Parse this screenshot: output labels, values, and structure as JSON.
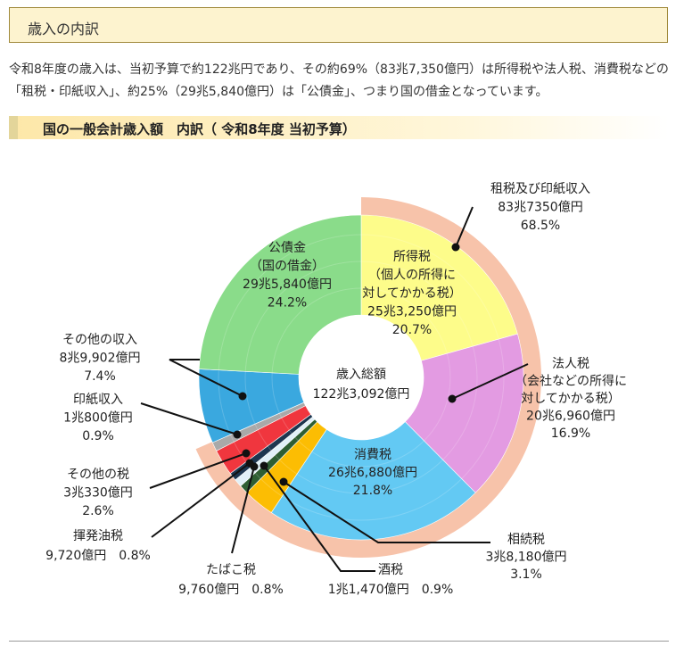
{
  "header": {
    "title": "歳入の内訳"
  },
  "intro": "令和8年度の歳入は、当初予算で約122兆円であり、その約69%（83兆7,350億円）は所得税や法人税、消費税などの「租税・印紙収入」、約25%（29兆5,840億円）は「公債金」、つまり国の借金となっています。",
  "chart_data": {
    "type": "pie",
    "title": "国の一般会計歳入額　内訳（ 令和8年度 当初予算）",
    "center": {
      "lines": [
        "歳入総額",
        "122兆3,092億円"
      ]
    },
    "inner_ring": [
      {
        "name": "所得税",
        "percent": 20.7,
        "color": "#fdfc8a",
        "lines": [
          "所得税",
          "（個人の所得に",
          "対してかかる税）",
          "25兆3,250億円",
          "20.7%"
        ]
      },
      {
        "name": "法人税",
        "percent": 16.9,
        "color": "#e39be2",
        "lines": [
          "法人税",
          "（会社などの所得に",
          "対してかかる税）",
          "20兆6,960億円",
          "16.9%"
        ]
      },
      {
        "name": "消費税",
        "percent": 21.8,
        "color": "#63c9f3",
        "lines": [
          "消費税",
          "26兆6,880億円",
          "21.8%"
        ]
      },
      {
        "name": "相続税",
        "percent": 3.1,
        "color": "#fcbd03",
        "lines": [
          "相続税",
          "3兆8,180億円",
          "3.1%"
        ]
      },
      {
        "name": "酒税",
        "percent": 0.9,
        "color": "#2e5e33",
        "lines": [
          "酒税",
          "1兆1,470億円　0.9%"
        ]
      },
      {
        "name": "たばこ税",
        "percent": 0.8,
        "color": "#e1f0f8",
        "lines": [
          "たばこ税",
          "9,760億円　0.8%"
        ]
      },
      {
        "name": "揮発油税",
        "percent": 0.8,
        "color": "#1d3650",
        "lines": [
          "揮発油税",
          "9,720億円　0.8%"
        ]
      },
      {
        "name": "その他の税",
        "percent": 2.6,
        "color": "#f0363e",
        "lines": [
          "その他の税",
          "3兆330億円",
          "2.6%"
        ]
      },
      {
        "name": "印紙収入",
        "percent": 0.9,
        "color": "#a9a9a9",
        "lines": [
          "印紙収入",
          "1兆800億円",
          "0.9%"
        ]
      },
      {
        "name": "その他の収入",
        "percent": 7.4,
        "color": "#3aa8df",
        "lines": [
          "その他の収入",
          "8兆9,902億円",
          "7.4%"
        ]
      },
      {
        "name": "公債金",
        "percent": 24.2,
        "color": "#8adc8a",
        "lines": [
          "公債金",
          "（国の借金）",
          "29兆5,840億円",
          "24.2%"
        ]
      }
    ],
    "outer_ring": {
      "name": "租税及び印紙収入",
      "percent": 68.5,
      "color": "#f7c3aa",
      "lines": [
        "租税及び印紙収入",
        "83兆7350億円",
        "68.5%"
      ]
    }
  }
}
